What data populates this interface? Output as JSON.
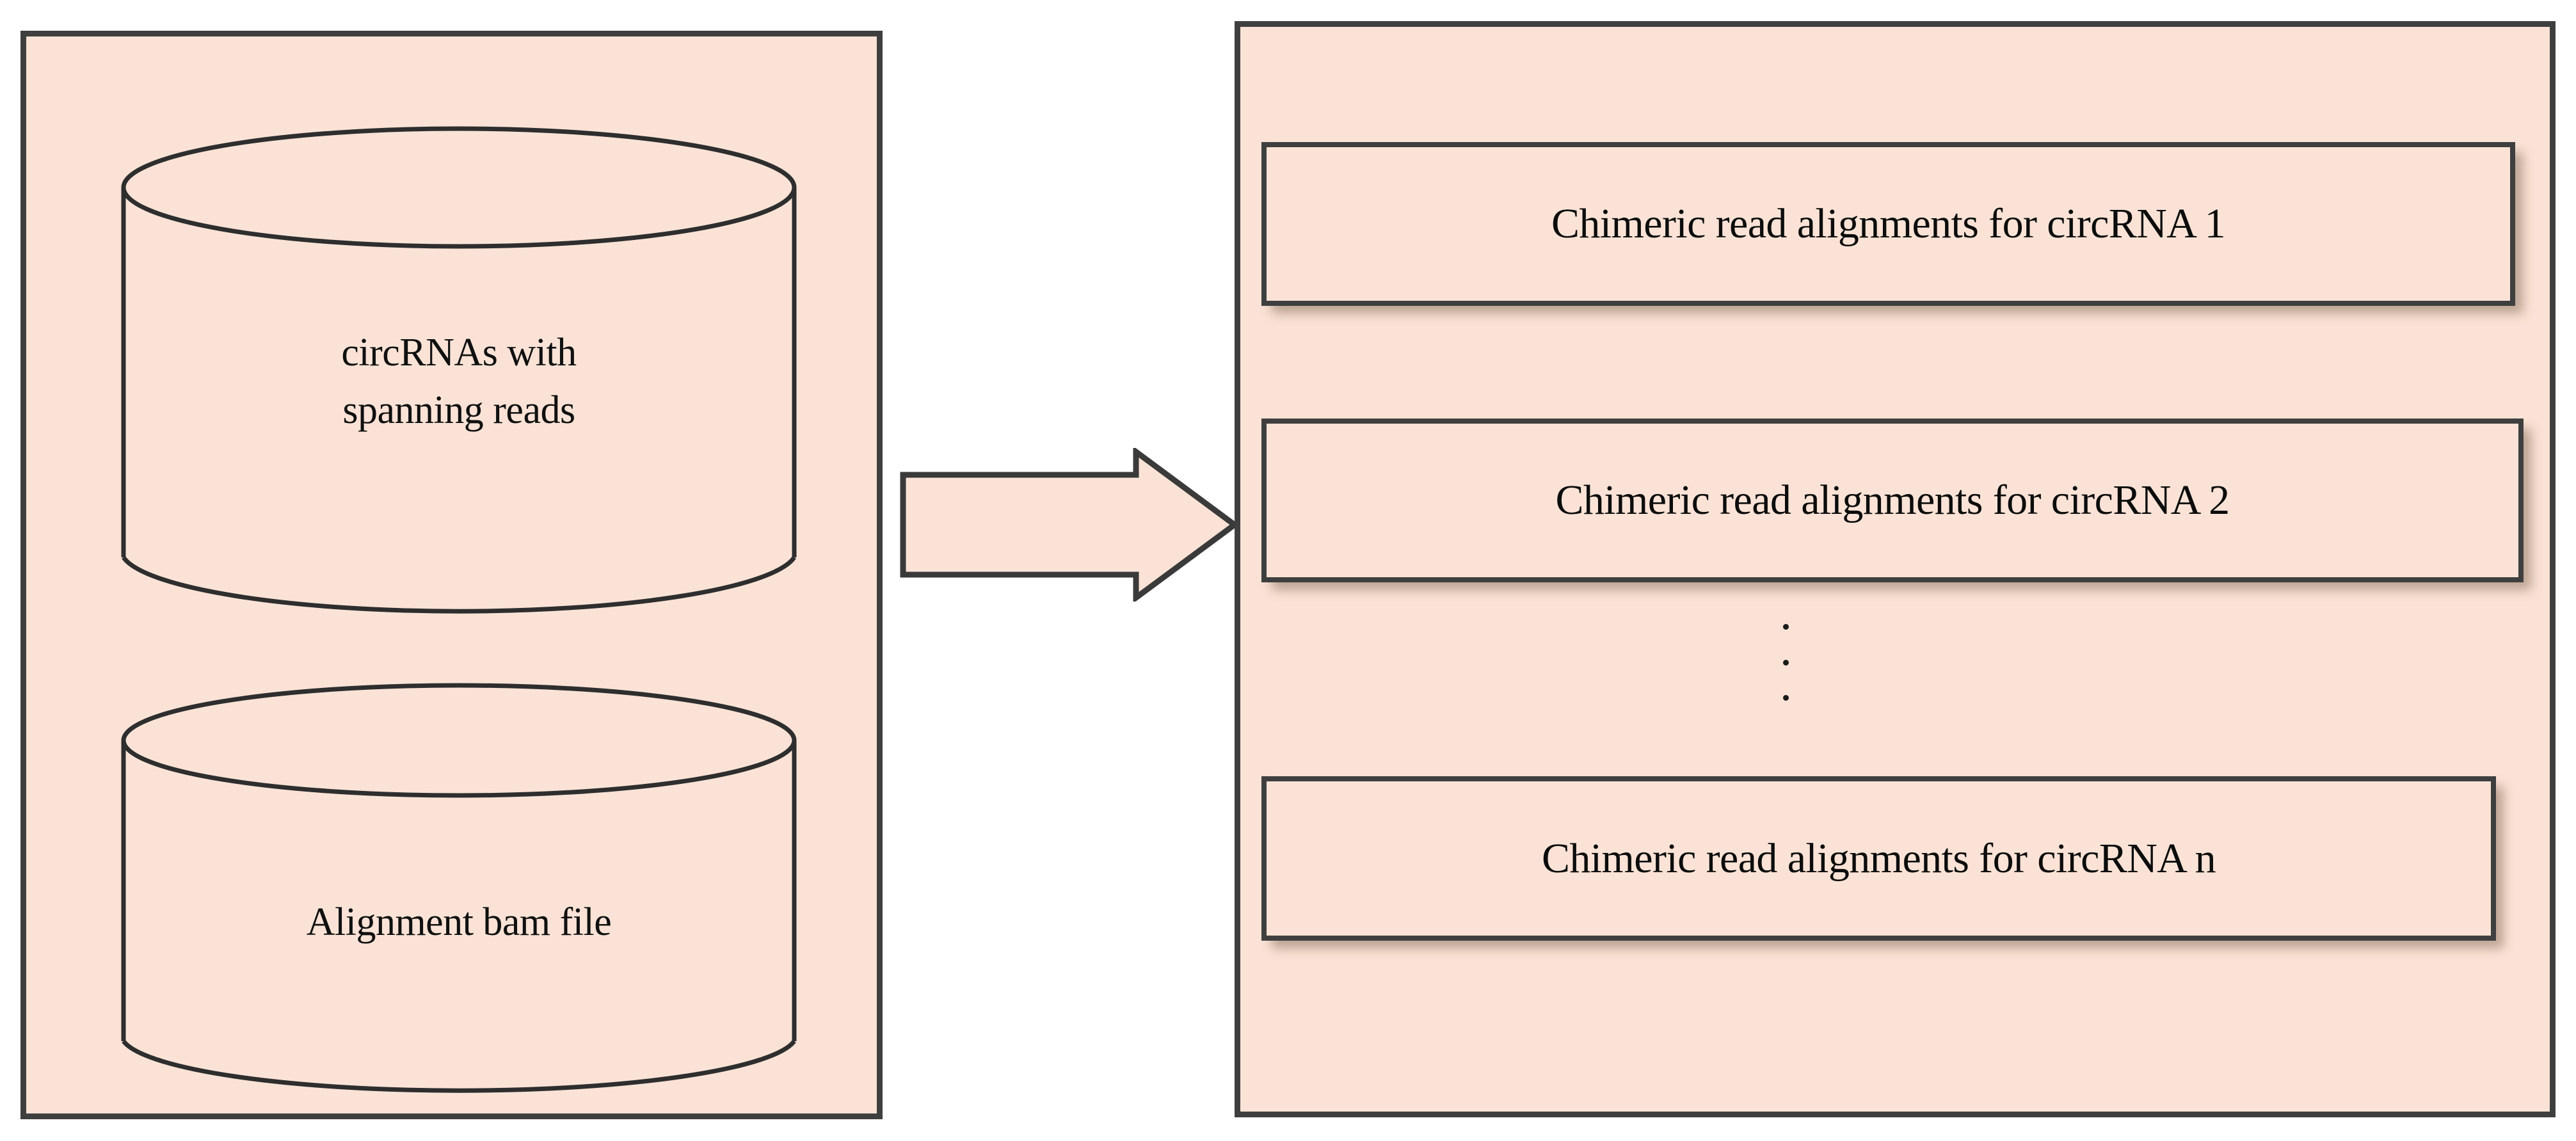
{
  "figure": {
    "type": "flow-diagram",
    "colors": {
      "panel_fill": "#fae3d6",
      "panel_border": "#3f3f3f",
      "text": "#101010",
      "background": "#ffffff"
    }
  },
  "input_panel": {
    "name": "input-sources",
    "items": [
      {
        "shape": "cylinder",
        "label": "circRNAs with\nspanning reads"
      },
      {
        "shape": "cylinder",
        "label": "Alignment bam file"
      }
    ]
  },
  "connector": {
    "shape": "block-arrow",
    "direction": "right",
    "label": ""
  },
  "output_panel": {
    "name": "output-results",
    "boxes": [
      {
        "label": "Chimeric read alignments for circRNA 1"
      },
      {
        "label": "Chimeric read alignments for circRNA 2"
      },
      {
        "label": "Chimeric read alignments for circRNA n"
      }
    ],
    "continuation_indicator": "⋮"
  }
}
